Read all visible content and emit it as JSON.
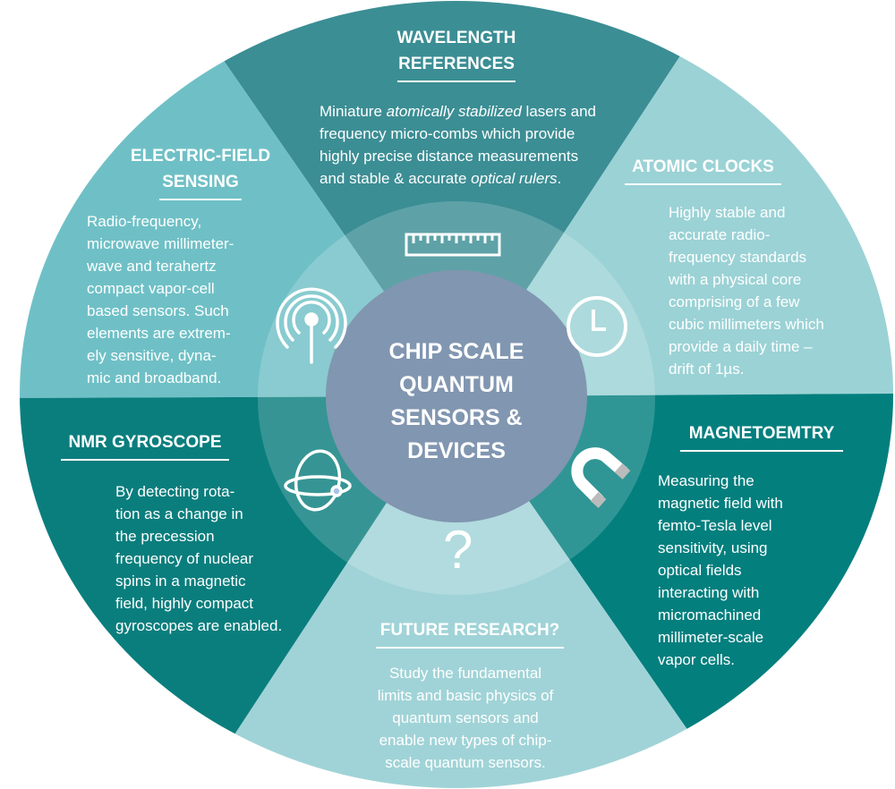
{
  "center": {
    "lines": [
      "CHIP SCALE",
      "QUANTUM",
      "SENSORS &",
      "DEVICES"
    ]
  },
  "colors": {
    "wavelength": "#3b8e94",
    "electric": "#6fc0c6",
    "atomic": "#9bd2d5",
    "magneto": "#037f7e",
    "future": "#a0d3d7",
    "nmr": "#0a7e7d",
    "center": "#8196b0"
  },
  "sectors": {
    "wavelength": {
      "title1": "WAVELENGTH",
      "title2": "REFERENCES",
      "pre": "Miniature ",
      "em1": "atomically stabilized",
      "mid": " lasers and frequency micro-combs which provide highly precise distance measurements and stable & accurate ",
      "em2": "optical rulers",
      "post": ".",
      "icon": "ruler-icon"
    },
    "electric": {
      "title1": "ELECTRIC-FIELD",
      "title2": "SENSING",
      "lines": [
        "Radio-frequency,",
        "microwave millimeter-",
        "wave and terahertz",
        "compact vapor-cell",
        "based sensors. Such",
        "elements are extrem-",
        "ely sensitive,  dyna-",
        "mic and broadband."
      ],
      "icon": "antenna-icon"
    },
    "atomic": {
      "title": "ATOMIC CLOCKS",
      "lines": [
        "Highly stable and",
        "accurate radio-",
        "frequency standards",
        "with a  physical core",
        "comprising of a few",
        "cubic millimeters which",
        "provide a daily time –",
        "drift of 1µs."
      ],
      "icon": "clock-icon"
    },
    "magneto": {
      "title": "MAGNETOEMTRY",
      "lines": [
        "Measuring the",
        "magnetic field with",
        "femto-Tesla level",
        "sensitivity,  using",
        "optical fields",
        "interacting with",
        "micromachined",
        "millimeter-scale",
        "vapor cells."
      ],
      "icon": "magnet-icon"
    },
    "future": {
      "title": "FUTURE RESEARCH?",
      "lines": [
        "Study the fundamental",
        "limits and basic physics of",
        "quantum sensors and",
        "enable new types of chip-",
        "scale quantum sensors."
      ],
      "icon": "question-mark-icon",
      "glyph": "?"
    },
    "nmr": {
      "title": "NMR GYROSCOPE",
      "lines": [
        "By detecting rota-",
        "tion as a change in",
        "the precession",
        "frequency of nuclear",
        "spins in a magnetic",
        "field, highly compact",
        "gyroscopes are enabled."
      ],
      "icon": "gyroscope-icon"
    }
  }
}
